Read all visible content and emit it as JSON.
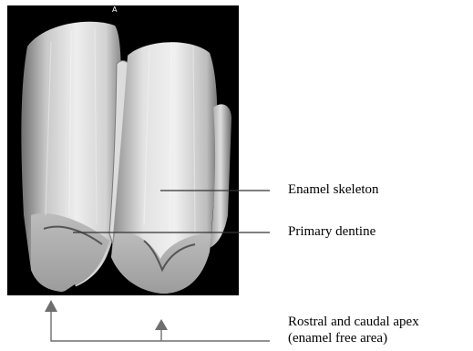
{
  "scan": {
    "orientation_marker": "A",
    "background_color": "#000000"
  },
  "annotations": {
    "enamel_skeleton": "Enamel skeleton",
    "primary_dentine": "Primary dentine",
    "apex_line1": "Rostral and caudal apex",
    "apex_line2": "(enamel free area)"
  },
  "colors": {
    "leader_line": "#333333",
    "arrow": "#6e6e6e",
    "tooth_light": "#e6e6e6",
    "tooth_shadow": "#8a8a8a"
  }
}
